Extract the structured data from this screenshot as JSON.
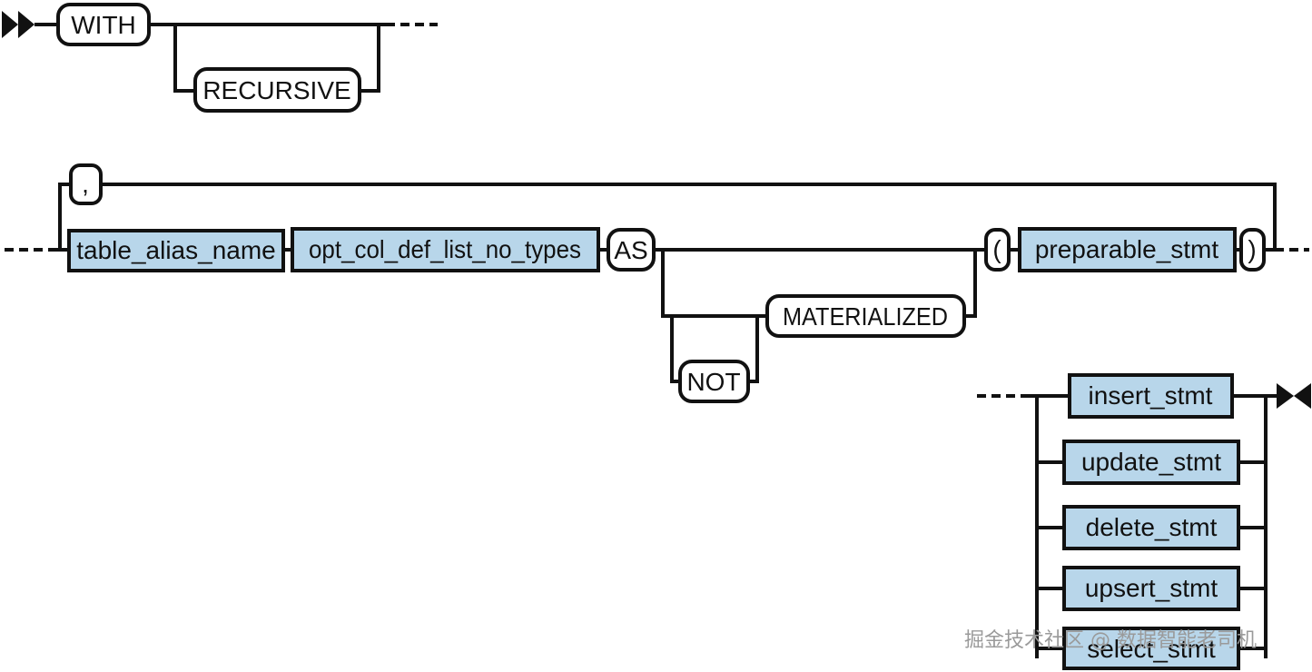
{
  "diagram": {
    "keywords": {
      "with": "WITH",
      "recursive": "RECURSIVE",
      "comma": ",",
      "as": "AS",
      "not": "NOT",
      "materialized": "MATERIALIZED",
      "lparen": "(",
      "rparen": ")"
    },
    "nonterminals": {
      "table_alias_name": "table_alias_name",
      "opt_col_def_list_no_types": "opt_col_def_list_no_types",
      "preparable_stmt": "preparable_stmt",
      "insert_stmt": "insert_stmt",
      "update_stmt": "update_stmt",
      "delete_stmt": "delete_stmt",
      "upsert_stmt": "upsert_stmt",
      "select_stmt": "select_stmt"
    },
    "colors": {
      "keyword_fill": "#ffffff",
      "nonterminal_fill": "#b8d6ea",
      "stroke": "#111111"
    }
  },
  "watermark": {
    "text": "掘金技术社区 @ 数据智能老司机"
  }
}
